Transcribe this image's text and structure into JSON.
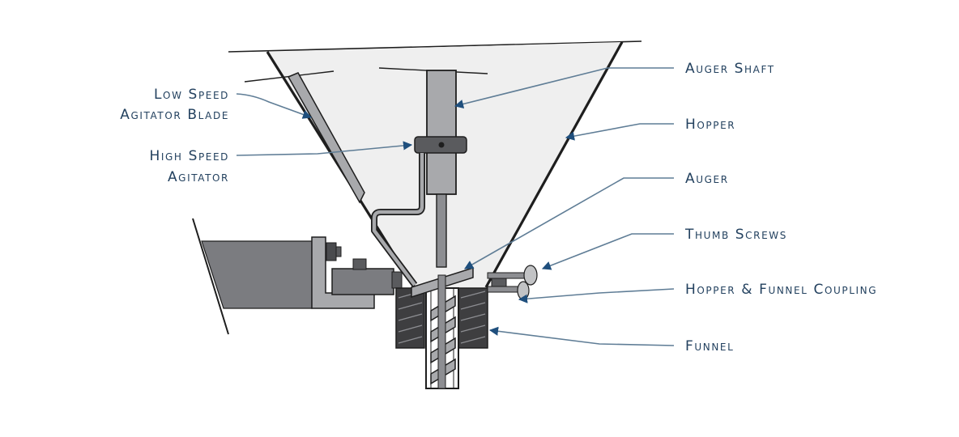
{
  "diagram": {
    "colors": {
      "label": "#23415f",
      "arrow": "#1f4f7d",
      "leader": "#5f7d96",
      "outline": "#1e1e1e",
      "metal": "#a8a9ac",
      "metal_dark": "#7b7c80",
      "hopper_fill": "#efefef"
    },
    "labels": {
      "low_speed_agitator_blade": [
        "Low Speed",
        "Agitator Blade"
      ],
      "high_speed_agitator": [
        "High Speed",
        "Agitator"
      ],
      "auger_shaft": "Auger Shaft",
      "hopper": "Hopper",
      "auger": "Auger",
      "thumb_screws": "Thumb Screws",
      "hopper_funnel_coupling": "Hopper & Funnel Coupling",
      "funnel": "Funnel"
    }
  }
}
